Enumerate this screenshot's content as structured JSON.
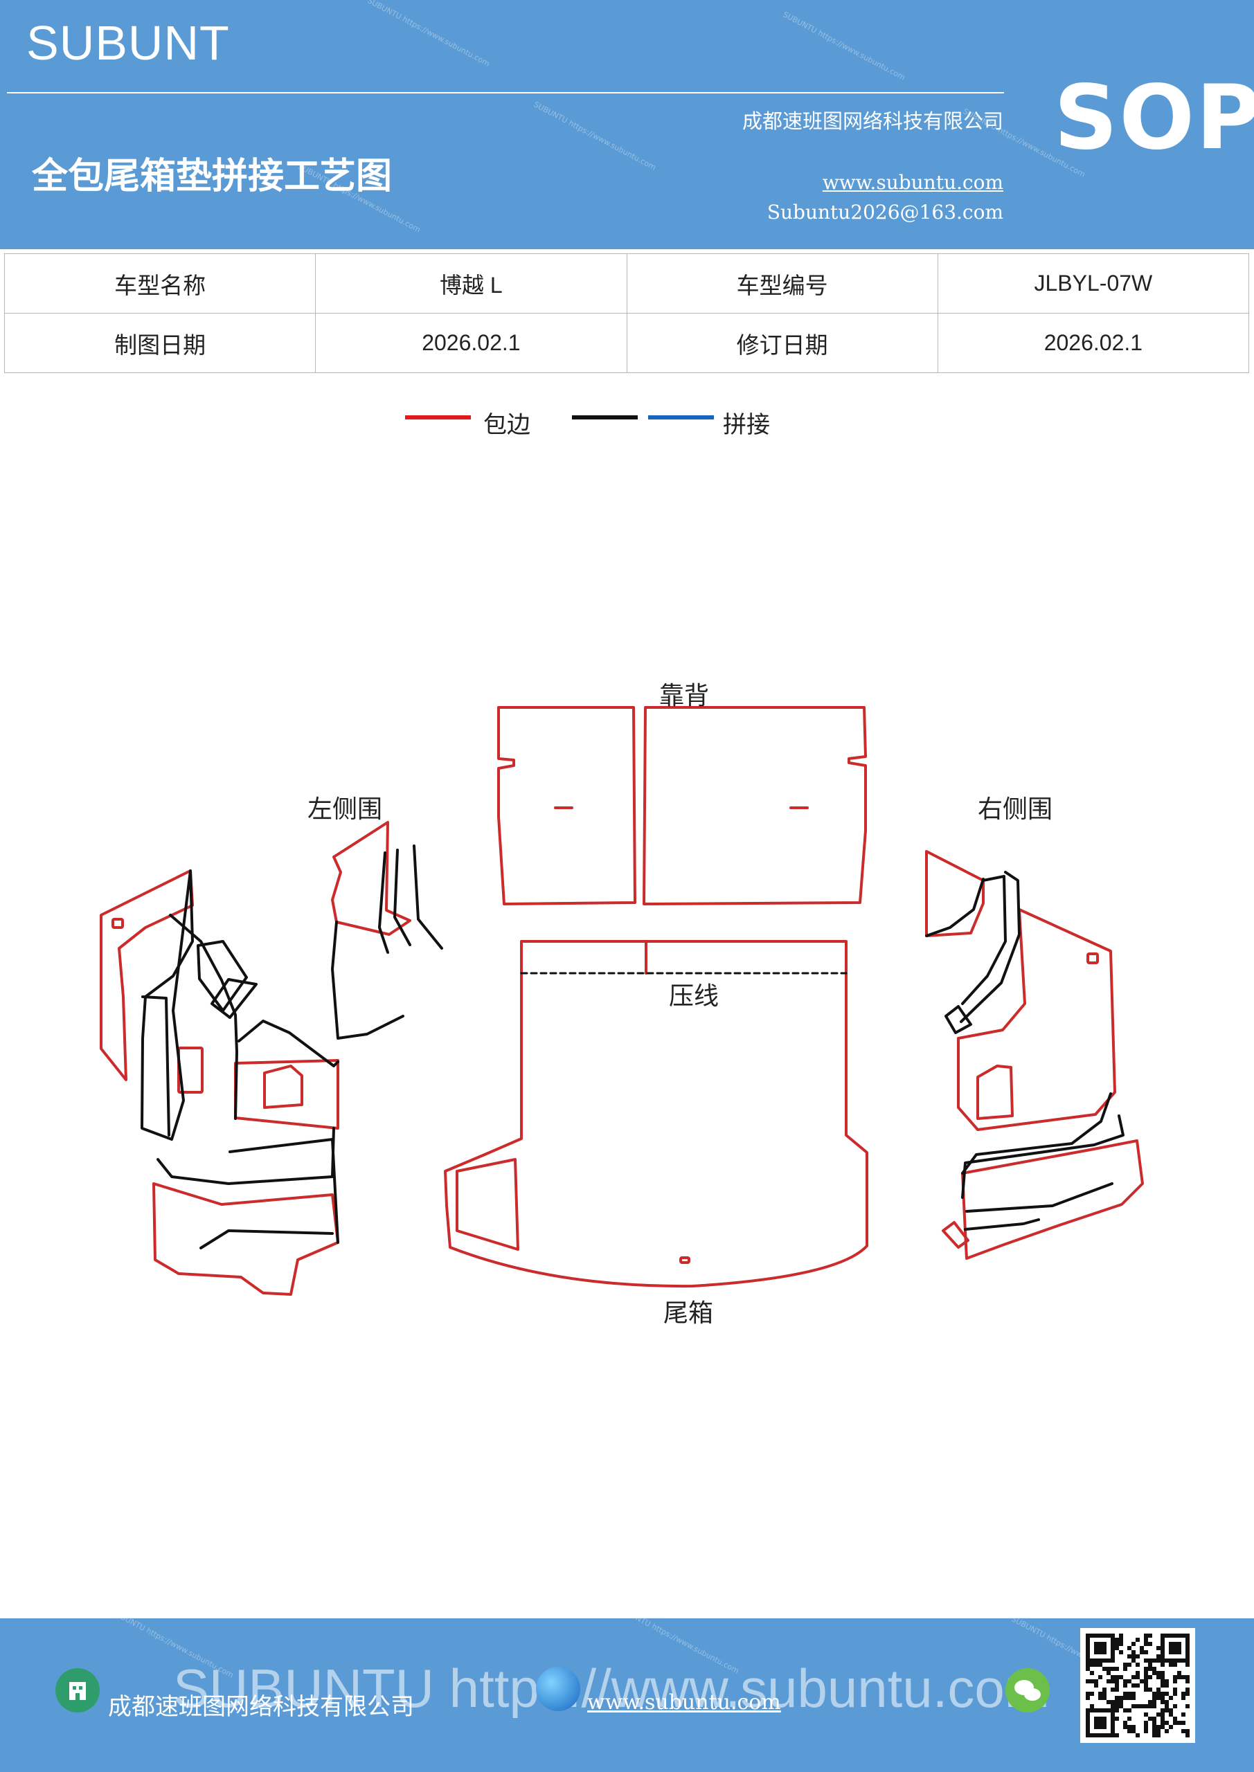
{
  "header": {
    "brand": "SUBUNT",
    "title": "全包尾箱垫拼接工艺图",
    "company": "成都速班图网络科技有限公司",
    "website": "www.subuntu.com",
    "email": "Subuntu2026@163.com",
    "badge": "SOP",
    "watermark": "SUBUNTU https://www.subuntu.com"
  },
  "info_table": {
    "row1": {
      "label1": "车型名称",
      "value1": "博越 L",
      "label2": "车型编号",
      "value2": "JLBYL-07W"
    },
    "row2": {
      "label1": "制图日期",
      "value1": "2026.02.1",
      "label2": "修订日期",
      "value2": "2026.02.1"
    }
  },
  "legend": {
    "edge_label": "包边",
    "join_label": "拼接",
    "colors": {
      "edge": "#e31a1a",
      "join_black": "#111111",
      "join_blue": "#1565c0"
    }
  },
  "diagram": {
    "labels": {
      "backrest": "靠背",
      "left_side": "左侧围",
      "right_side": "右侧围",
      "crease": "压线",
      "trunk": "尾箱"
    },
    "colors": {
      "edge": "#cc2b2b",
      "seam": "#111111"
    }
  },
  "footer": {
    "company": "成都速班图网络科技有限公司",
    "website": "www.subuntu.com",
    "watermark": "SUBUNTU https://www.subuntu.com"
  }
}
